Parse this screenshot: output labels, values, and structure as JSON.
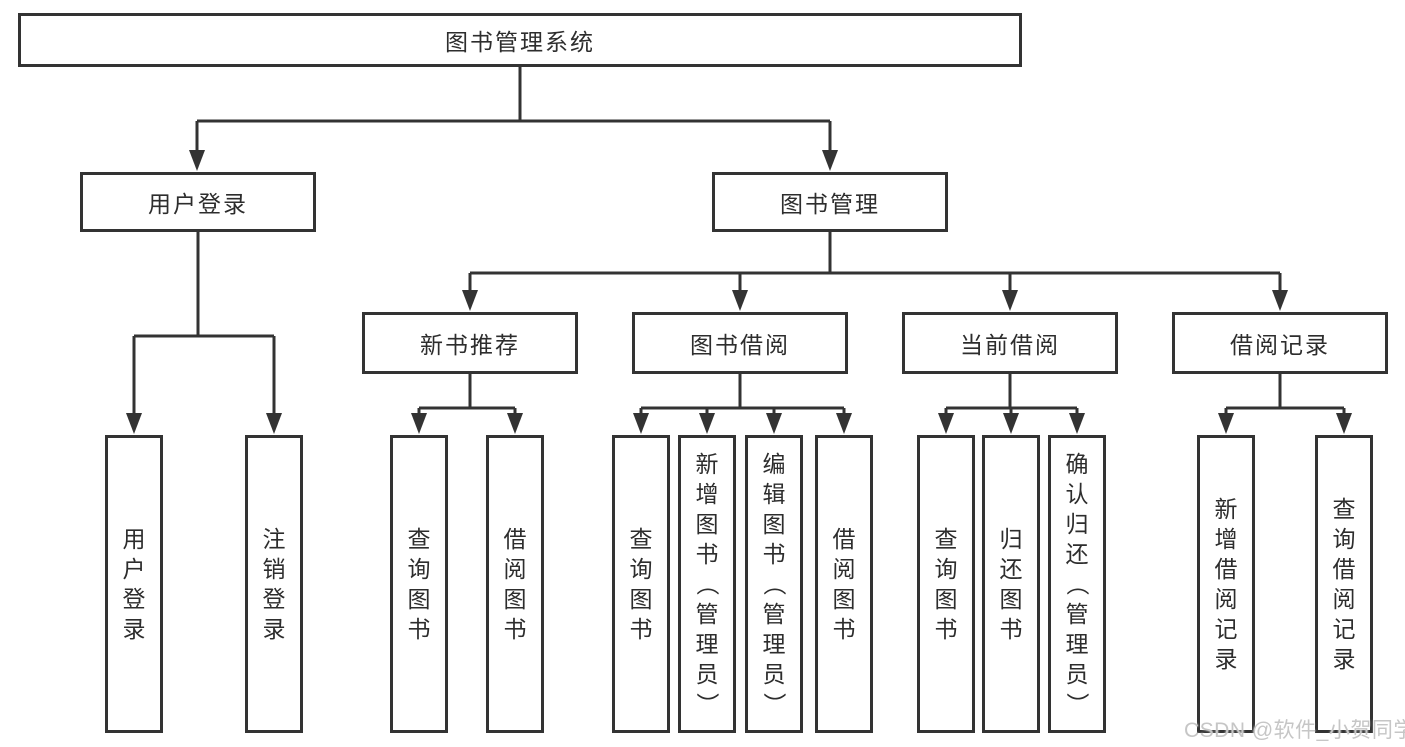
{
  "colors": {
    "background": "#ffffff",
    "line": "#333333",
    "box_border": "#333333",
    "text": "#2d2d2d",
    "watermark_text": "#c6c6c6"
  },
  "tree": {
    "root": {
      "label": "图书管理系统",
      "children": [
        {
          "label": "用户登录",
          "children": [
            {
              "label": "用户登录"
            },
            {
              "label": "注销登录"
            }
          ]
        },
        {
          "label": "图书管理",
          "children": [
            {
              "label": "新书推荐",
              "children": [
                {
                  "label": "查询图书"
                },
                {
                  "label": "借阅图书"
                }
              ]
            },
            {
              "label": "图书借阅",
              "children": [
                {
                  "label": "查询图书"
                },
                {
                  "label": "新增图书（管理员）"
                },
                {
                  "label": "编辑图书（管理员）"
                },
                {
                  "label": "借阅图书"
                }
              ]
            },
            {
              "label": "当前借阅",
              "children": [
                {
                  "label": "查询图书"
                },
                {
                  "label": "归还图书"
                },
                {
                  "label": "确认归还（管理员）"
                }
              ]
            },
            {
              "label": "借阅记录",
              "children": [
                {
                  "label": "新增借阅记录"
                },
                {
                  "label": "查询借阅记录"
                }
              ]
            }
          ]
        }
      ]
    }
  },
  "watermark": {
    "text": "CSDN @软件_小贺同学"
  }
}
